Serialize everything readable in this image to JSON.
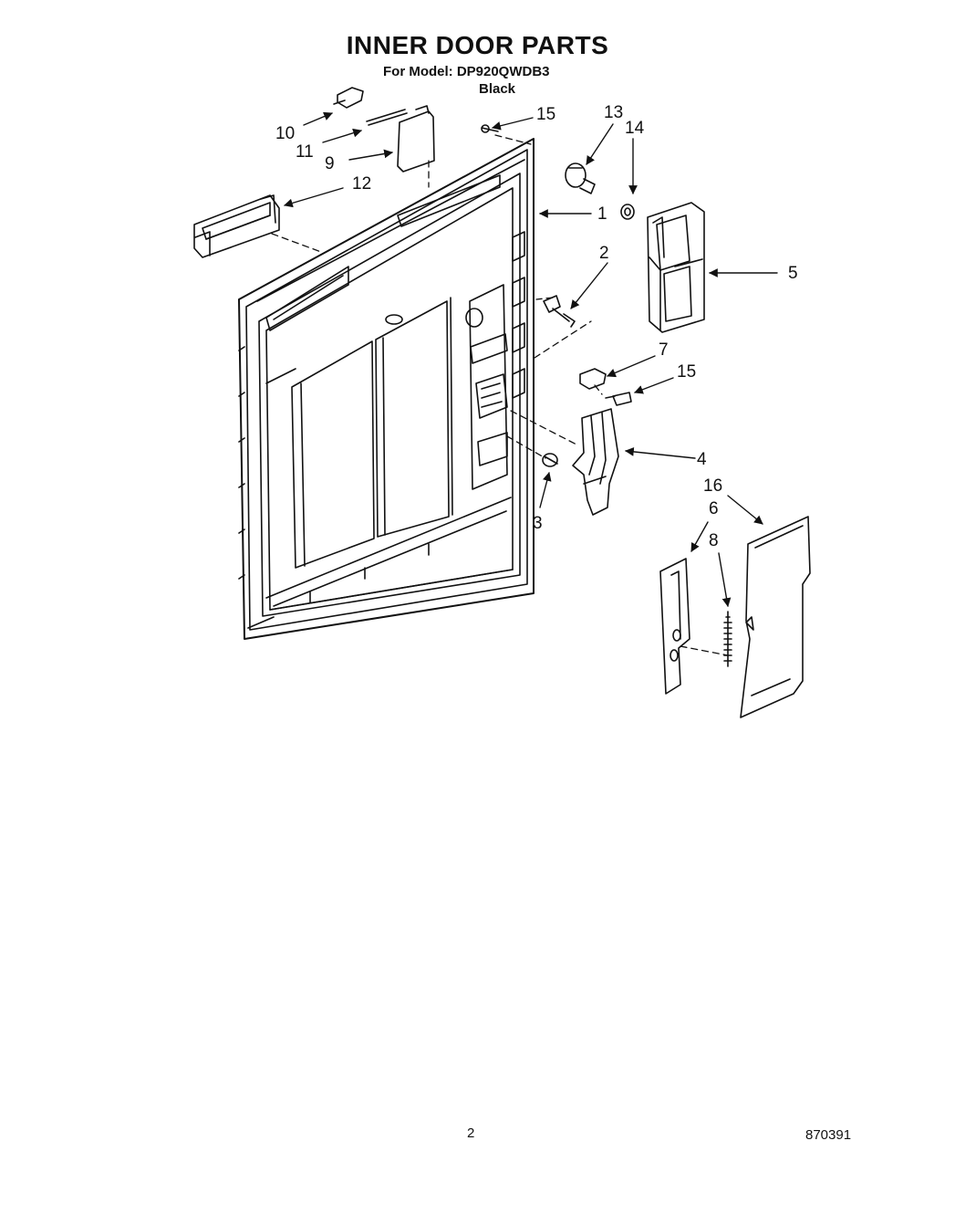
{
  "title": "INNER DOOR PARTS",
  "model_line": "For Model: DP920QWDB3",
  "color": "Black",
  "callouts": {
    "c1": "1",
    "c2": "2",
    "c3": "3",
    "c4": "4",
    "c5": "5",
    "c6": "6",
    "c7": "7",
    "c8": "8",
    "c9": "9",
    "c10": "10",
    "c11": "11",
    "c12": "12",
    "c13": "13",
    "c14": "14",
    "c15a": "15",
    "c15b": "15",
    "c16": "16"
  },
  "page_number": "2",
  "document_number": "870391"
}
